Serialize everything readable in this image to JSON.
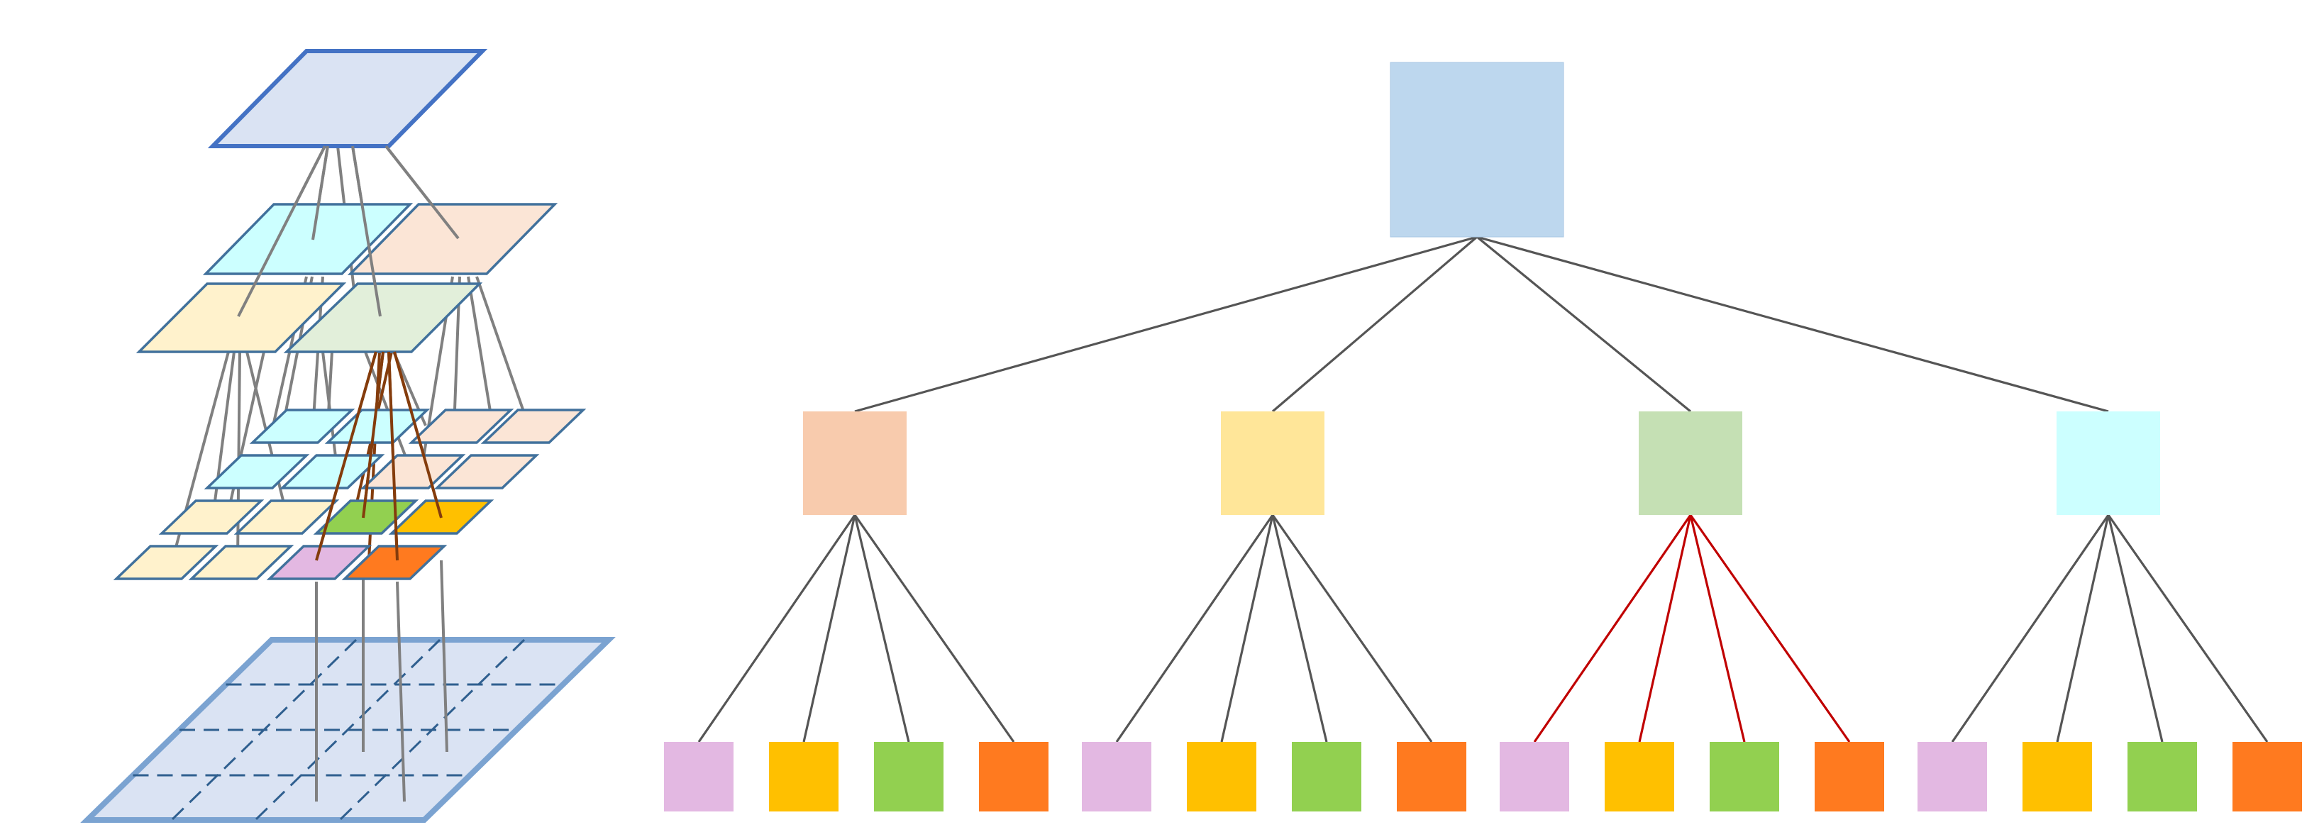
{
  "colors": {
    "root": "#bdd7ee",
    "level1": [
      "#f8cbad",
      "#ffe699",
      "#c5e0b4",
      "#ccffff"
    ],
    "leaves": [
      "#e3b8e2",
      "#ffc000",
      "#92d050",
      "#ff7a1f"
    ],
    "edge": "#555555",
    "highlight_edge": "#c00000",
    "pyramid_edge": "#808080",
    "pyramid_highlight_edge": "#843c0c",
    "pyramid_stroke": "#41719c",
    "base_fill": "#dae3f3",
    "base_stroke": "#7ba3d1",
    "top_fill": "#dae3f3",
    "top_stroke": "#4472c4",
    "mid_fills": [
      "#ccffff",
      "#fbe5d6",
      "#fff2cc",
      "#e2efda"
    ]
  },
  "tree": {
    "children_per_node": 4,
    "leaves_per_child": 4,
    "highlighted_branch": 2
  },
  "pyramid": {
    "levels": 4,
    "highlighted_quadrant": "green"
  }
}
